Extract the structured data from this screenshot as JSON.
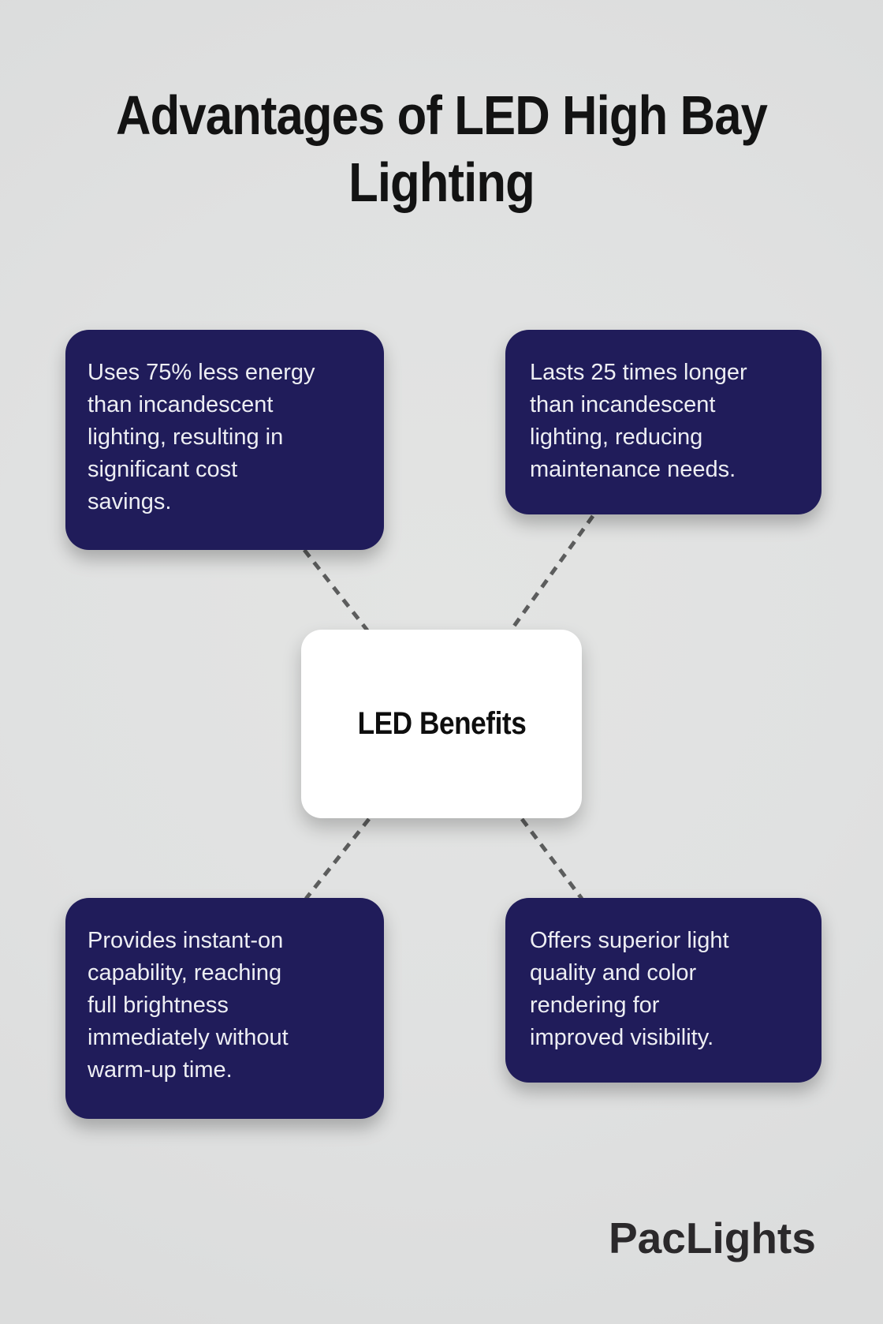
{
  "title": "Advantages of LED High Bay\nLighting",
  "center": {
    "label": "LED Benefits"
  },
  "benefits": [
    {
      "position": "top-left",
      "text": "Uses 75% less energy\nthan incandescent\nlighting, resulting in\nsignificant cost\nsavings."
    },
    {
      "position": "top-right",
      "text": "Lasts 25 times longer\nthan incandescent\nlighting, reducing\nmaintenance needs."
    },
    {
      "position": "bottom-left",
      "text": "Provides instant-on\ncapability, reaching\nfull brightness\nimmediately without\nwarm-up time."
    },
    {
      "position": "bottom-right",
      "text": "Offers superior light\nquality and color\nrendering for\nimproved visibility."
    }
  ],
  "logo": {
    "text": "PacLights"
  },
  "colors": {
    "background": "#e0e1e1",
    "box": "#201c5a",
    "box_text": "#edeef3",
    "center_box": "#ffffff",
    "center_text": "#0e0e0e",
    "title_text": "#131313",
    "connector": "#5c5d5d",
    "logo_text": "#2b292b"
  }
}
